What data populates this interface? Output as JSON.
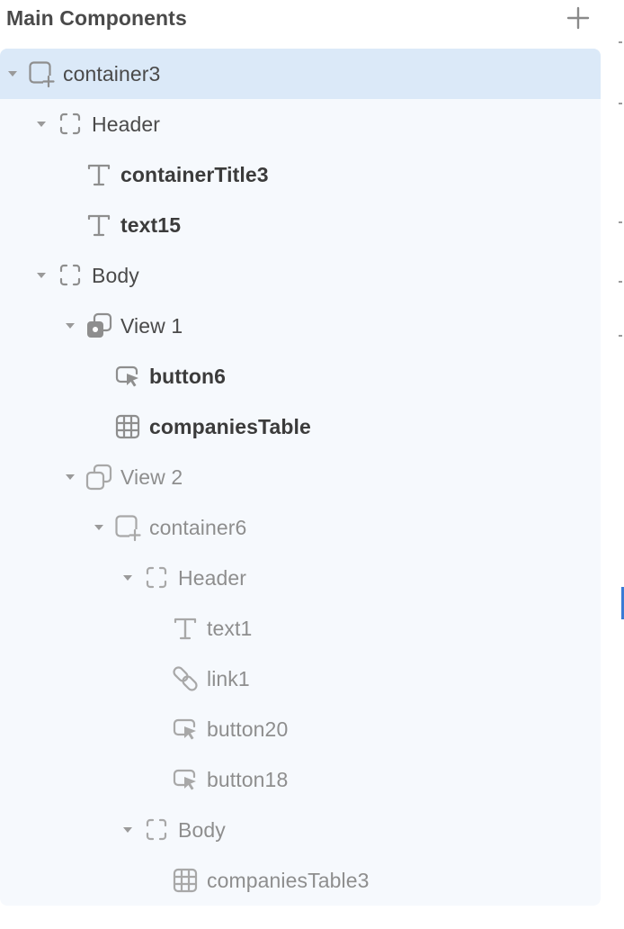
{
  "panel": {
    "title": "Main Components",
    "add_icon": "plus-icon"
  },
  "tree": [
    {
      "label": "container3",
      "icon": "container-icon",
      "depth": 0,
      "expandable": true,
      "selected": true,
      "tone": "mid"
    },
    {
      "label": "Header",
      "icon": "section-dashed-icon",
      "depth": 1,
      "expandable": true,
      "tone": "mid"
    },
    {
      "label": "containerTitle3",
      "icon": "text-icon",
      "depth": 2,
      "expandable": false,
      "tone": "dark"
    },
    {
      "label": "text15",
      "icon": "text-icon",
      "depth": 2,
      "expandable": false,
      "tone": "dark"
    },
    {
      "label": "Body",
      "icon": "section-dashed-icon",
      "depth": 1,
      "expandable": true,
      "tone": "mid"
    },
    {
      "label": "View 1",
      "icon": "view-active-icon",
      "depth": 2,
      "expandable": true,
      "tone": "mid"
    },
    {
      "label": "button6",
      "icon": "button-cursor-icon",
      "depth": 3,
      "expandable": false,
      "tone": "dark"
    },
    {
      "label": "companiesTable",
      "icon": "table-icon",
      "depth": 3,
      "expandable": false,
      "tone": "dark"
    },
    {
      "label": "View 2",
      "icon": "view-icon",
      "depth": 2,
      "expandable": true,
      "tone": "light"
    },
    {
      "label": "container6",
      "icon": "container-icon",
      "depth": 3,
      "expandable": true,
      "tone": "light"
    },
    {
      "label": "Header",
      "icon": "section-dashed-icon",
      "depth": 4,
      "expandable": true,
      "tone": "light"
    },
    {
      "label": "text1",
      "icon": "text-icon",
      "depth": 5,
      "expandable": false,
      "tone": "light"
    },
    {
      "label": "link1",
      "icon": "link-icon",
      "depth": 5,
      "expandable": false,
      "tone": "light"
    },
    {
      "label": "button20",
      "icon": "button-cursor-icon",
      "depth": 5,
      "expandable": false,
      "tone": "light"
    },
    {
      "label": "button18",
      "icon": "button-cursor-icon",
      "depth": 5,
      "expandable": false,
      "tone": "light"
    },
    {
      "label": "Body",
      "icon": "section-dashed-icon",
      "depth": 4,
      "expandable": true,
      "tone": "light"
    },
    {
      "label": "companiesTable3",
      "icon": "table-icon",
      "depth": 5,
      "expandable": false,
      "tone": "light"
    }
  ],
  "colors": {
    "selected_row": "#dbe9f8",
    "panel_bg": "#f6f9fd",
    "icon_gray": "#8e8e8e",
    "icon_light": "#a8a8a8"
  }
}
